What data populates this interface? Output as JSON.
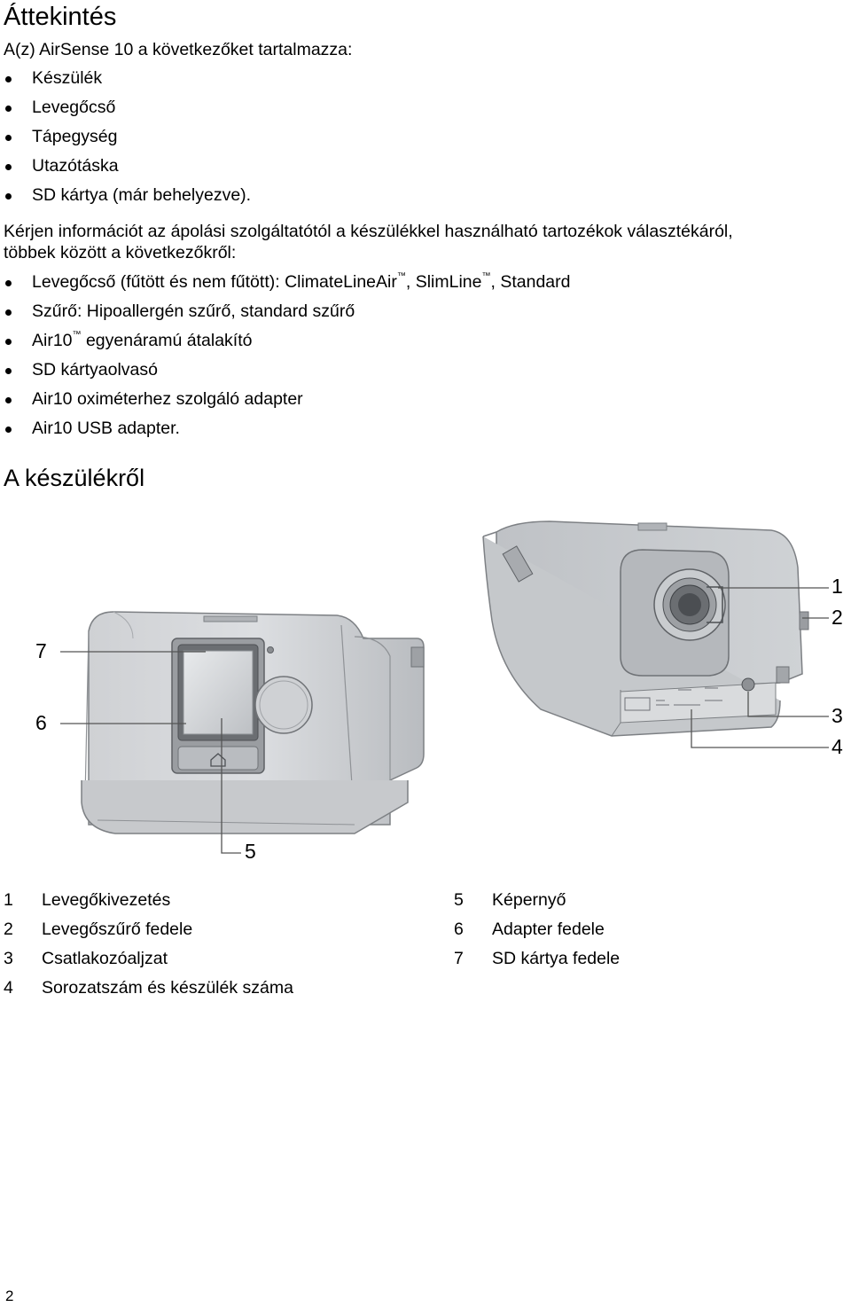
{
  "heading_overview": "Áttekintés",
  "intro": "A(z) AirSense 10 a következőket tartalmazza:",
  "contents": [
    "Készülék",
    "Levegőcső",
    "Tápegység",
    "Utazótáska",
    "SD kártya (már behelyezve)."
  ],
  "accessories_intro_line1": "Kérjen információt az ápolási szolgáltatótól a készülékkel használható tartozékok választékáról,",
  "accessories_intro_line2": "többek között a következőkről:",
  "accessories": [
    {
      "a": "Levegőcső (fűtött és nem fűtött): ClimateLineAir",
      "tm1": "™",
      "b": ", SlimLine",
      "tm2": "™",
      "c": ", Standard"
    },
    {
      "a": "Szűrő: Hipoallergén szűrő, standard szűrő",
      "tm1": "",
      "b": "",
      "tm2": "",
      "c": ""
    },
    {
      "a": "Air10",
      "tm1": "™",
      "b": " egyenáramú átalakító",
      "tm2": "",
      "c": ""
    },
    {
      "a": "SD kártyaolvasó",
      "tm1": "",
      "b": "",
      "tm2": "",
      "c": ""
    },
    {
      "a": "Air10 oximéterhez szolgáló adapter",
      "tm1": "",
      "b": "",
      "tm2": "",
      "c": ""
    },
    {
      "a": "Air10 USB adapter.",
      "tm1": "",
      "b": "",
      "tm2": "",
      "c": ""
    }
  ],
  "heading_device": "A készülékről",
  "callouts": {
    "c1": "1",
    "c2": "2",
    "c3": "3",
    "c4": "4",
    "c5": "5",
    "c6": "6",
    "c7": "7"
  },
  "legend_left": [
    {
      "num": "1",
      "label": "Levegőkivezetés"
    },
    {
      "num": "2",
      "label": "Levegőszűrő fedele"
    },
    {
      "num": "3",
      "label": "Csatlakozóaljzat"
    },
    {
      "num": "4",
      "label": "Sorozatszám és készülék száma"
    }
  ],
  "legend_right": [
    {
      "num": "5",
      "label": "Képernyő"
    },
    {
      "num": "6",
      "label": "Adapter fedele"
    },
    {
      "num": "7",
      "label": "SD kártya fedele"
    }
  ],
  "page_number": "2"
}
